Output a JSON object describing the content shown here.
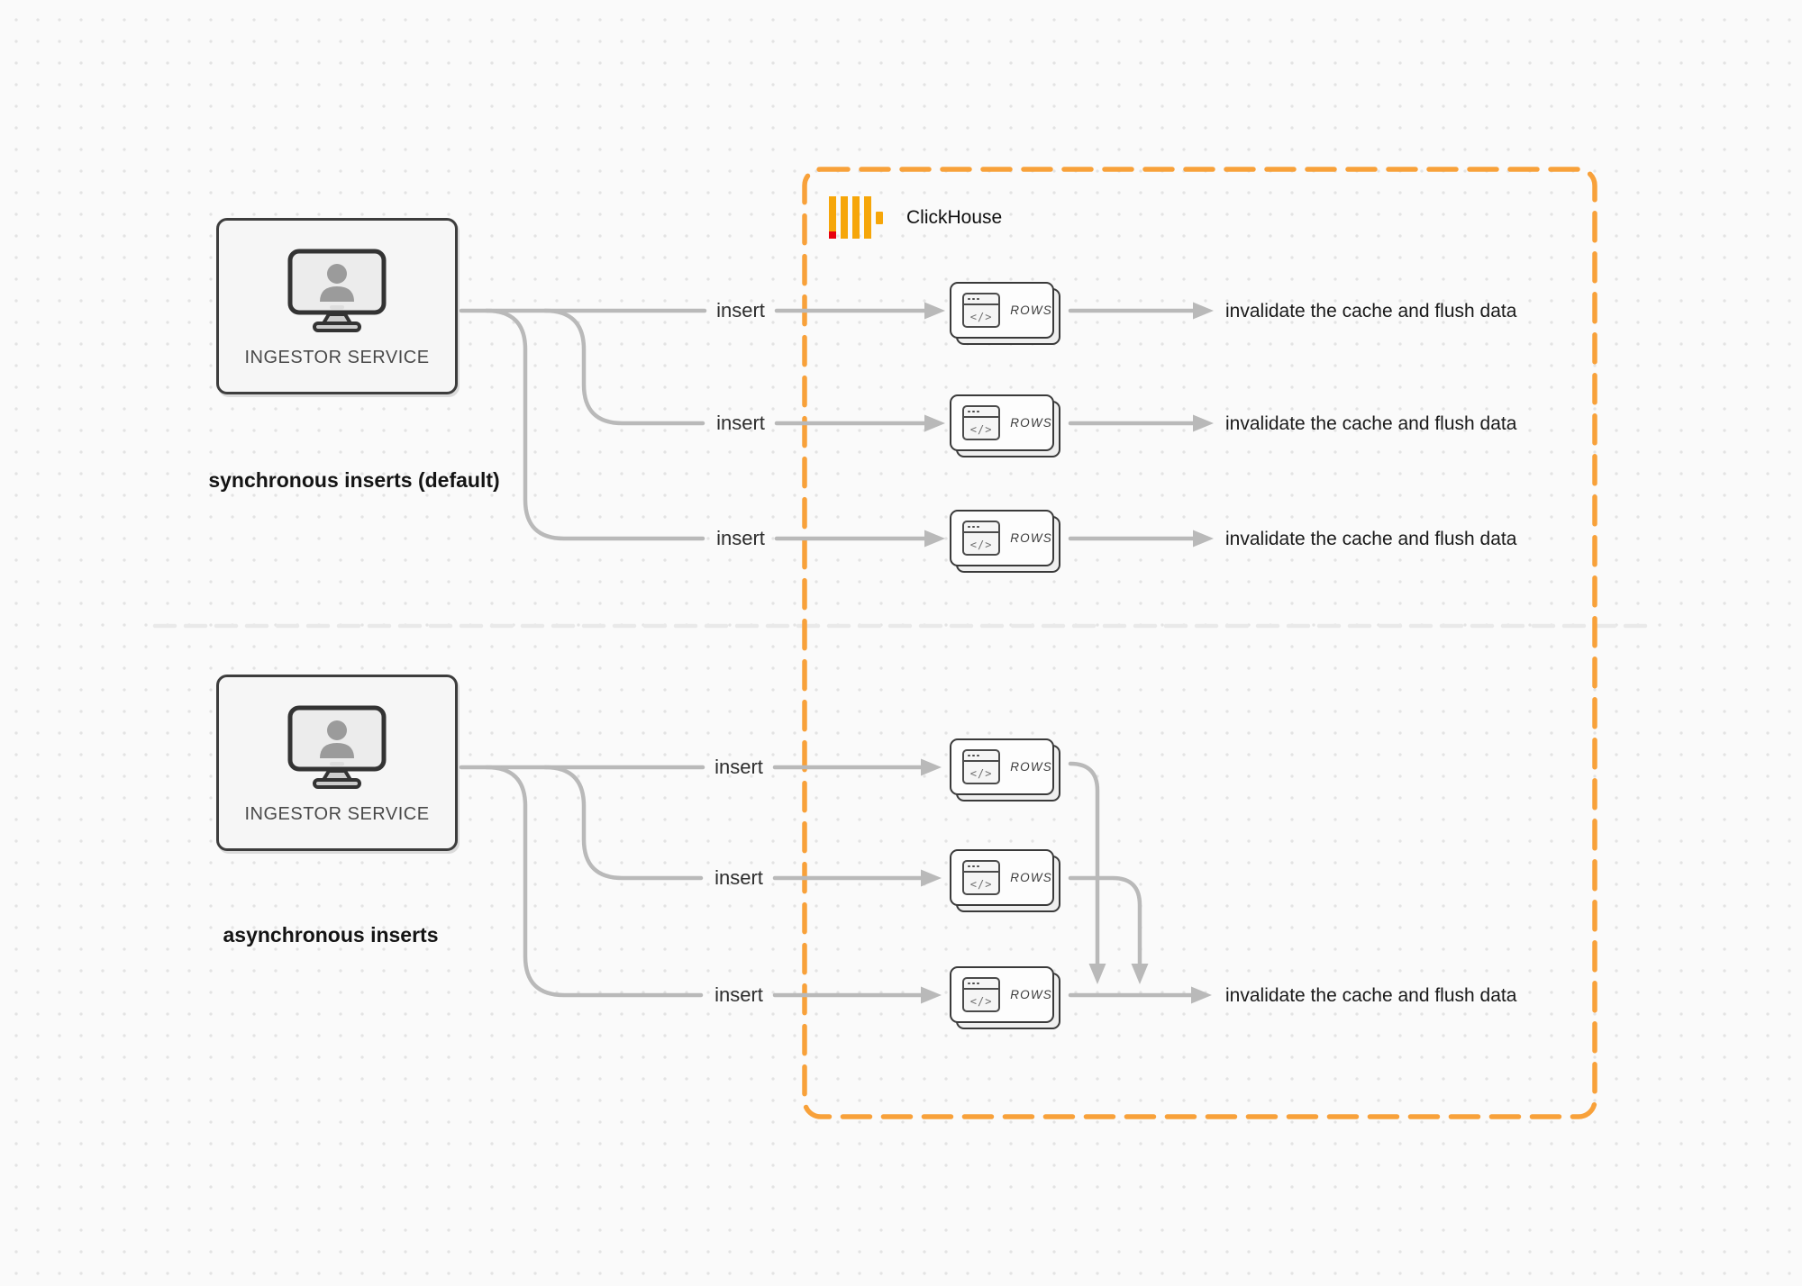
{
  "diagram": {
    "clickhouse": {
      "name": "ClickHouse"
    },
    "rows_card": {
      "label": "ROWS",
      "code": "</>"
    },
    "sync": {
      "box_label": "INGESTOR SERVICE",
      "caption": "synchronous inserts (default)",
      "rows": [
        {
          "insert": "insert",
          "result": "invalidate the cache and flush data"
        },
        {
          "insert": "insert",
          "result": "invalidate the cache and flush data"
        },
        {
          "insert": "insert",
          "result": "invalidate the cache and flush data"
        }
      ]
    },
    "async": {
      "box_label": "INGESTOR SERVICE",
      "caption": "asynchronous inserts",
      "rows": [
        {
          "insert": "insert"
        },
        {
          "insert": "insert"
        },
        {
          "insert": "insert"
        }
      ],
      "result": "invalidate the cache and flush data"
    },
    "colors": {
      "accent_orange": "#F8A13A",
      "logo_amber": "#F6A609",
      "logo_red": "#E8000D",
      "connector_gray": "#B9B9B9"
    }
  }
}
